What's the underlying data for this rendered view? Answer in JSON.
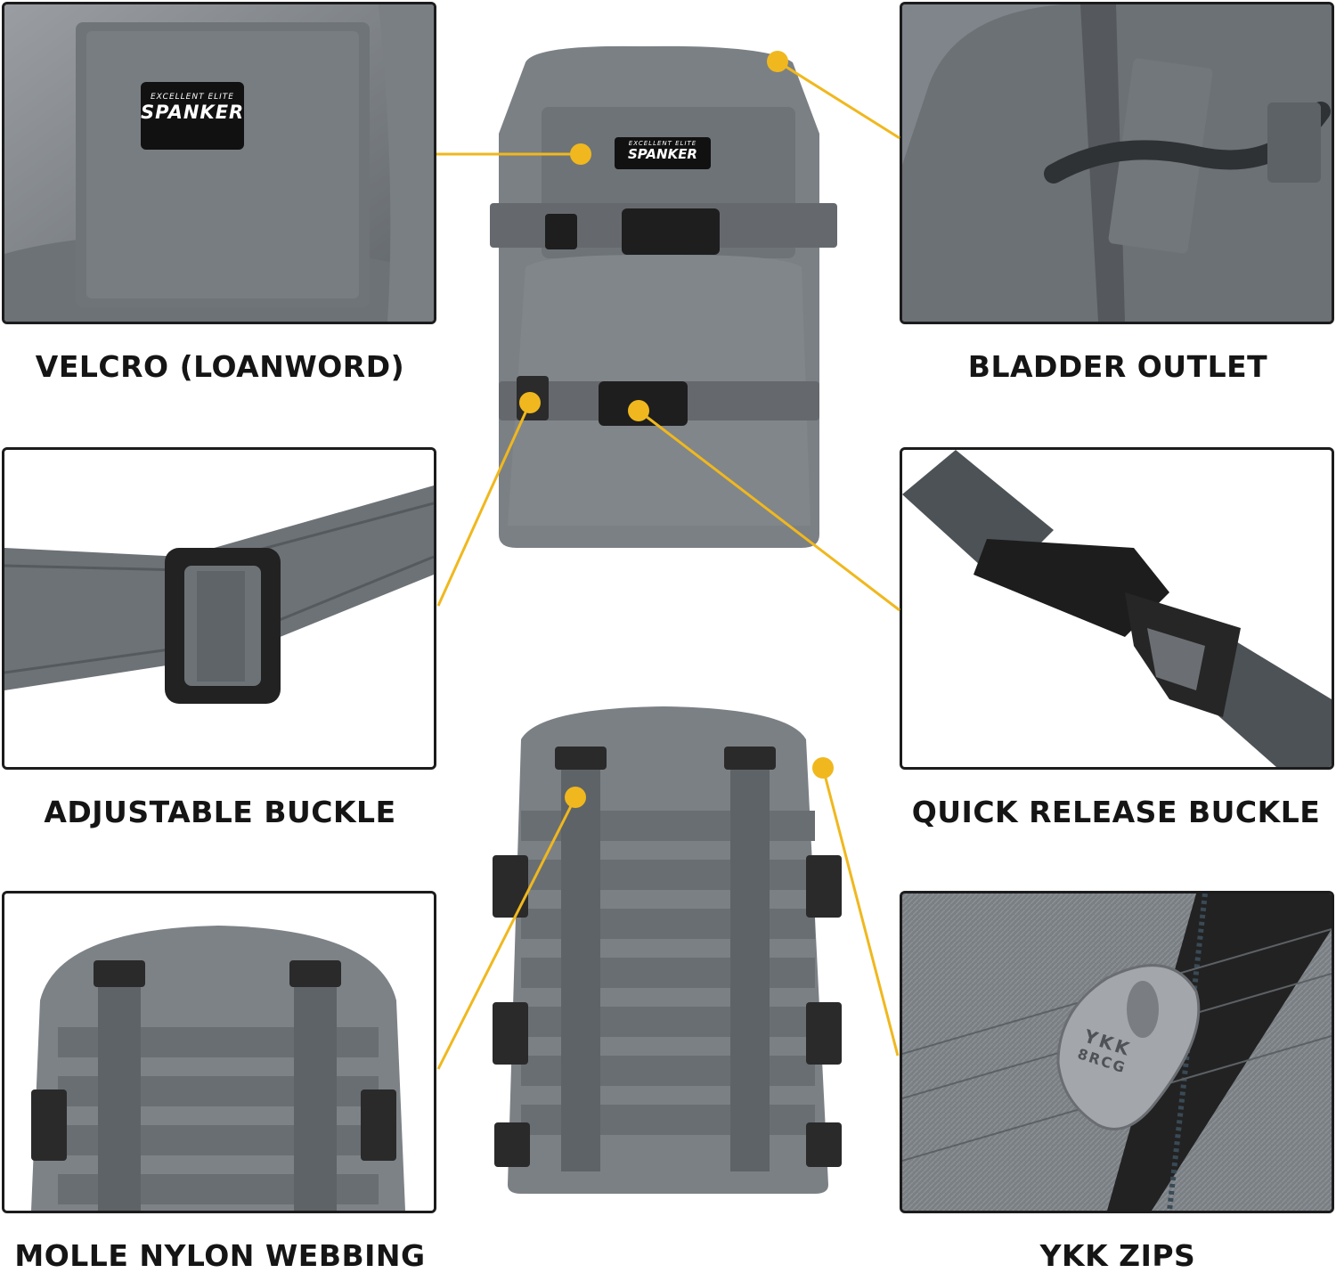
{
  "accent_color": "#f0b81e",
  "brand_patch": {
    "top_text": "EXCELLENT ELITE",
    "main_text": "SPANKER"
  },
  "captions": {
    "velcro": "VELCRO (LOANWORD)",
    "bladder": "BLADDER OUTLET",
    "adjustable": "ADJUSTABLE BUCKLE",
    "quick_release": "QUICK RELEASE BUCKLE",
    "molle": "MOLLE NYLON WEBBING",
    "ykk": "YKK ZIPS"
  },
  "zipper_pull": {
    "line1": "YKK",
    "line2": "8RCG"
  }
}
